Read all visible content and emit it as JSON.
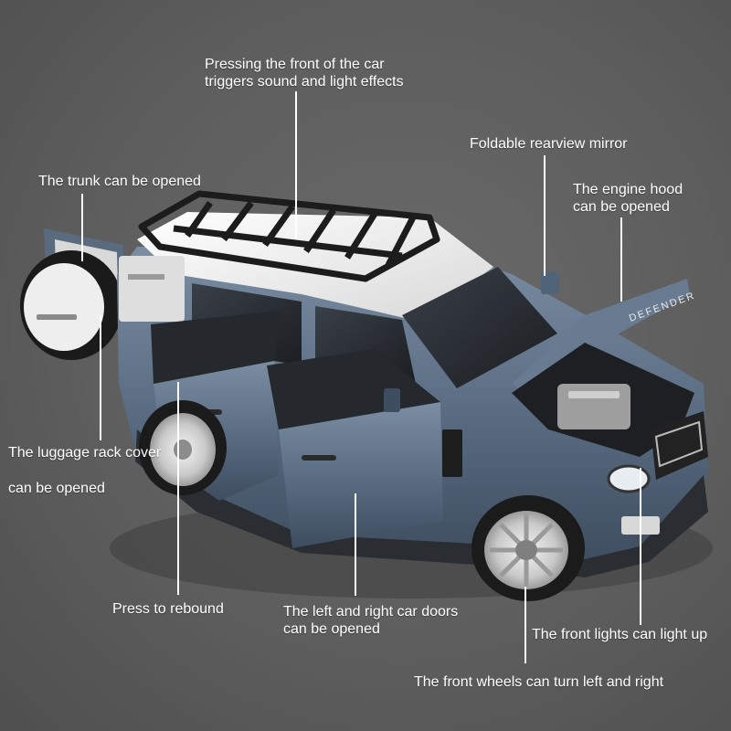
{
  "callouts": {
    "front_press": [
      "Pressing the front of the car",
      "triggers sound and light effects"
    ],
    "mirror": "Foldable rearview mirror",
    "trunk": "The trunk can be opened",
    "hood": [
      "The engine hood",
      "can be opened"
    ],
    "luggage_rack": "The luggage rack cover",
    "luggage_rack_2": "can be opened",
    "rebound": "Press to rebound",
    "doors": [
      "The left and right car doors",
      "can be opened"
    ],
    "front_lights": "The front lights can light up",
    "front_wheels": "The front wheels can turn left and right"
  },
  "vehicle": {
    "hood_lettering": "DEFENDER",
    "body_color": "#5b6e84",
    "roof_color": "#f2f2f2",
    "rack_color": "#1c1c1c"
  }
}
